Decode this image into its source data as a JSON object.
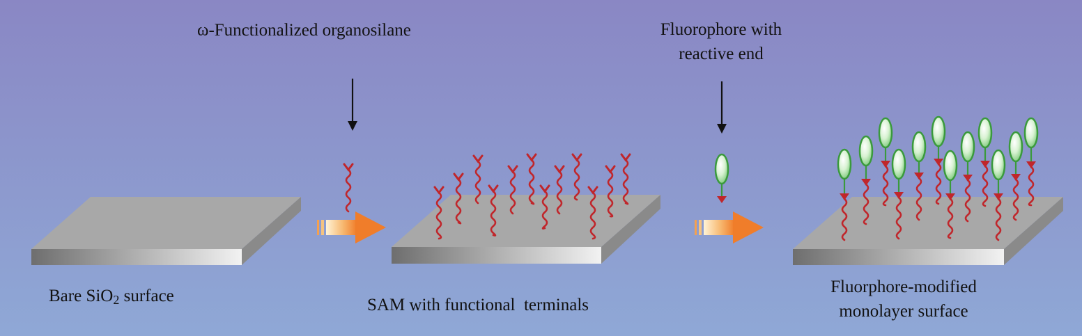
{
  "labels": {
    "reagent_organosilane": "ω-Functionalized organosilane",
    "reagent_fluorophore_line1": "Fluorophore with",
    "reagent_fluorophore_line2": "reactive end",
    "bare_prefix": "Bare SiO",
    "bare_subscript": "2",
    "bare_suffix": " surface",
    "sam_label": "SAM with functional  terminals",
    "final_line1": "Fluorphore-modified",
    "final_line2": "monolayer surface"
  },
  "colors": {
    "background_top": "#8a87c4",
    "background_bottom": "#8fa8d6",
    "slab_top": "#a6a6a6",
    "slab_side": "#8c8c8c",
    "chain": "#c0262b",
    "fluorophore_fill": "#cfeec9",
    "fluorophore_edge": "#3a9a3c",
    "arrow_orange": "#f08a3a"
  },
  "icons": {
    "process_arrow": "right-arrow-icon",
    "reagent_arrow": "down-arrow-icon",
    "silane_molecule": "silane-chain-icon",
    "fluorophore_molecule": "fluorophore-icon"
  }
}
